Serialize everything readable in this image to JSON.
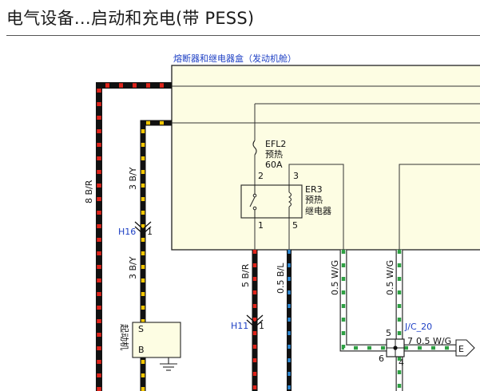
{
  "title": "电气设备…启动和充电(带 PESS)",
  "fusebox": {
    "label": "熔断器和继电器盒（发动机舱）"
  },
  "fuse": {
    "id": "EFL2",
    "name": "预热",
    "rating": "60A",
    "pin_top": "2"
  },
  "relay": {
    "id": "ER3",
    "name1": "预热",
    "name2": "继电器",
    "pin3": "3",
    "pin1": "1",
    "pin5": "5"
  },
  "wires": {
    "w_8br": "8 B/R",
    "w_3by_top": "3 B/Y",
    "w_3by_bot": "3 B/Y",
    "w_5br": "5 B/R",
    "w_05bl": "0.5 B/L",
    "w_05wg_1": "0.5 W/G",
    "w_05wg_2": "0.5 W/G",
    "w_05wg_3": "0.5 W/G"
  },
  "connectors": {
    "h16": {
      "id": "H16",
      "pin": "1"
    },
    "h11": {
      "id": "H11",
      "pin": "1"
    },
    "jc20": {
      "id": "J/C_20",
      "pin5": "5",
      "pin6": "6",
      "pin7": "7",
      "pin4": "4"
    },
    "offpage_e": "E"
  },
  "starter": {
    "label": "起动机",
    "terminal_s": "S",
    "terminal_b": "B"
  },
  "colors": {
    "box_fill": "#fdfde3",
    "blue_text": "#1d3fc4",
    "black_wire": "#111111",
    "red_stripe": "#e0241b",
    "yellow_stripe": "#f2c500",
    "blue_stripe": "#2e8bd8",
    "green_stripe": "#2ea043",
    "white_wire": "#ffffff"
  }
}
